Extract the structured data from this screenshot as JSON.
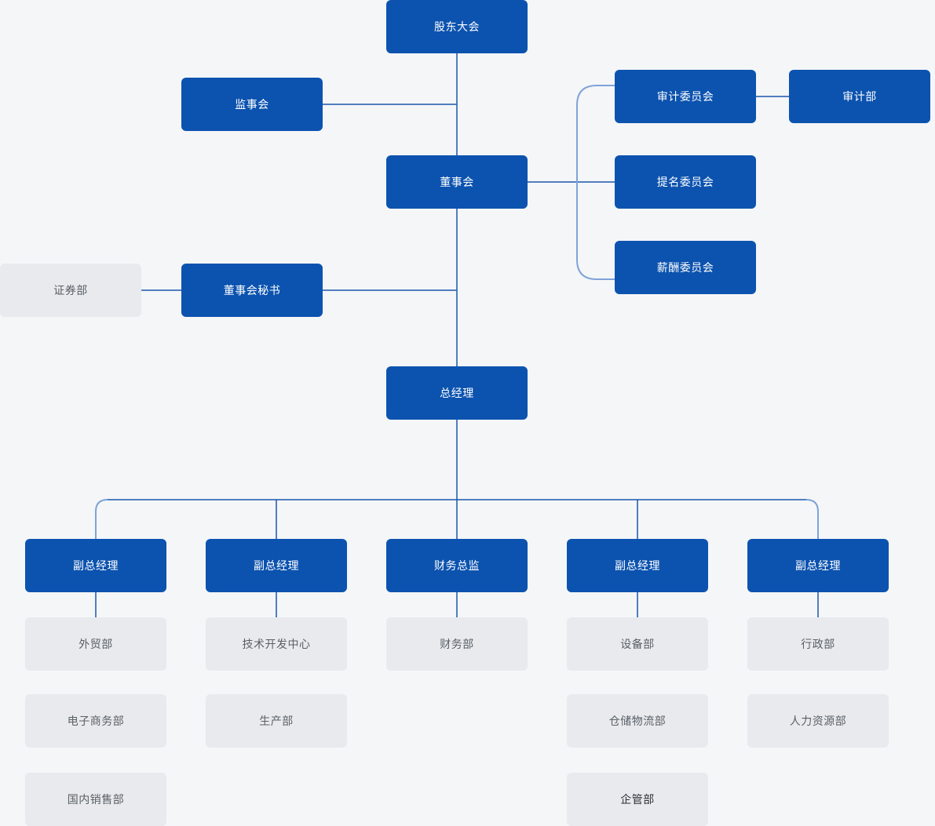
{
  "diagram_type": "org-chart",
  "palette": {
    "background": "#f4f6f8",
    "primary_node_bg": "#0c53af",
    "primary_node_text": "#ffffff",
    "secondary_node_bg": "#e8eaee",
    "secondary_node_text": "#5a6066",
    "secondary_node_text_emphasized": "#2c3137",
    "connector_dark": "#1b57ab",
    "connector_light": "#7fa3d8"
  },
  "nodes": [
    {
      "id": "shareholders-meeting",
      "label": "股东大会",
      "type": "primary"
    },
    {
      "id": "supervisory-board",
      "label": "监事会",
      "type": "primary"
    },
    {
      "id": "board-of-directors",
      "label": "董事会",
      "type": "primary"
    },
    {
      "id": "audit-committee",
      "label": "审计委员会",
      "type": "primary"
    },
    {
      "id": "audit-department",
      "label": "审计部",
      "type": "primary"
    },
    {
      "id": "nomination-committee",
      "label": "提名委员会",
      "type": "primary"
    },
    {
      "id": "remuneration-committee",
      "label": "薪酬委员会",
      "type": "primary"
    },
    {
      "id": "securities-department",
      "label": "证券部",
      "type": "secondary"
    },
    {
      "id": "board-secretary",
      "label": "董事会秘书",
      "type": "primary"
    },
    {
      "id": "general-manager",
      "label": "总经理",
      "type": "primary"
    },
    {
      "id": "deputy-gm-1",
      "label": "副总经理",
      "type": "primary"
    },
    {
      "id": "deputy-gm-2",
      "label": "副总经理",
      "type": "primary"
    },
    {
      "id": "finance-director",
      "label": "财务总监",
      "type": "primary"
    },
    {
      "id": "deputy-gm-3",
      "label": "副总经理",
      "type": "primary"
    },
    {
      "id": "deputy-gm-4",
      "label": "副总经理",
      "type": "primary"
    },
    {
      "id": "foreign-trade-department",
      "label": "外贸部",
      "type": "secondary"
    },
    {
      "id": "tech-development-center",
      "label": "技术开发中心",
      "type": "secondary"
    },
    {
      "id": "finance-department",
      "label": "财务部",
      "type": "secondary"
    },
    {
      "id": "equipment-department",
      "label": "设备部",
      "type": "secondary"
    },
    {
      "id": "administration-department",
      "label": "行政部",
      "type": "secondary"
    },
    {
      "id": "ecommerce-department",
      "label": "电子商务部",
      "type": "secondary"
    },
    {
      "id": "production-department",
      "label": "生产部",
      "type": "secondary"
    },
    {
      "id": "warehouse-logistics-department",
      "label": "仓储物流部",
      "type": "secondary"
    },
    {
      "id": "hr-department",
      "label": "人力资源部",
      "type": "secondary"
    },
    {
      "id": "domestic-sales-department",
      "label": "国内销售部",
      "type": "secondary"
    },
    {
      "id": "enterprise-management-department",
      "label": "企管部",
      "type": "secondary"
    }
  ],
  "edges": [
    {
      "from": "shareholders-meeting",
      "to": "board-of-directors"
    },
    {
      "from": "shareholders-meeting",
      "to": "supervisory-board"
    },
    {
      "from": "board-of-directors",
      "to": "audit-committee"
    },
    {
      "from": "audit-committee",
      "to": "audit-department"
    },
    {
      "from": "board-of-directors",
      "to": "nomination-committee"
    },
    {
      "from": "board-of-directors",
      "to": "remuneration-committee"
    },
    {
      "from": "board-of-directors",
      "to": "board-secretary"
    },
    {
      "from": "board-secretary",
      "to": "securities-department"
    },
    {
      "from": "board-of-directors",
      "to": "general-manager"
    },
    {
      "from": "general-manager",
      "to": "deputy-gm-1"
    },
    {
      "from": "general-manager",
      "to": "deputy-gm-2"
    },
    {
      "from": "general-manager",
      "to": "finance-director"
    },
    {
      "from": "general-manager",
      "to": "deputy-gm-3"
    },
    {
      "from": "general-manager",
      "to": "deputy-gm-4"
    },
    {
      "from": "deputy-gm-1",
      "to": "foreign-trade-department"
    },
    {
      "from": "deputy-gm-2",
      "to": "tech-development-center"
    },
    {
      "from": "finance-director",
      "to": "finance-department"
    },
    {
      "from": "deputy-gm-3",
      "to": "equipment-department"
    },
    {
      "from": "deputy-gm-4",
      "to": "administration-department"
    }
  ],
  "branches": [
    {
      "head": "deputy-gm-1",
      "departments": [
        "外贸部",
        "电子商务部",
        "国内销售部"
      ]
    },
    {
      "head": "deputy-gm-2",
      "departments": [
        "技术开发中心",
        "生产部"
      ]
    },
    {
      "head": "finance-director",
      "departments": [
        "财务部"
      ]
    },
    {
      "head": "deputy-gm-3",
      "departments": [
        "设备部",
        "仓储物流部",
        "企管部"
      ]
    },
    {
      "head": "deputy-gm-4",
      "departments": [
        "行政部",
        "人力资源部"
      ]
    }
  ]
}
